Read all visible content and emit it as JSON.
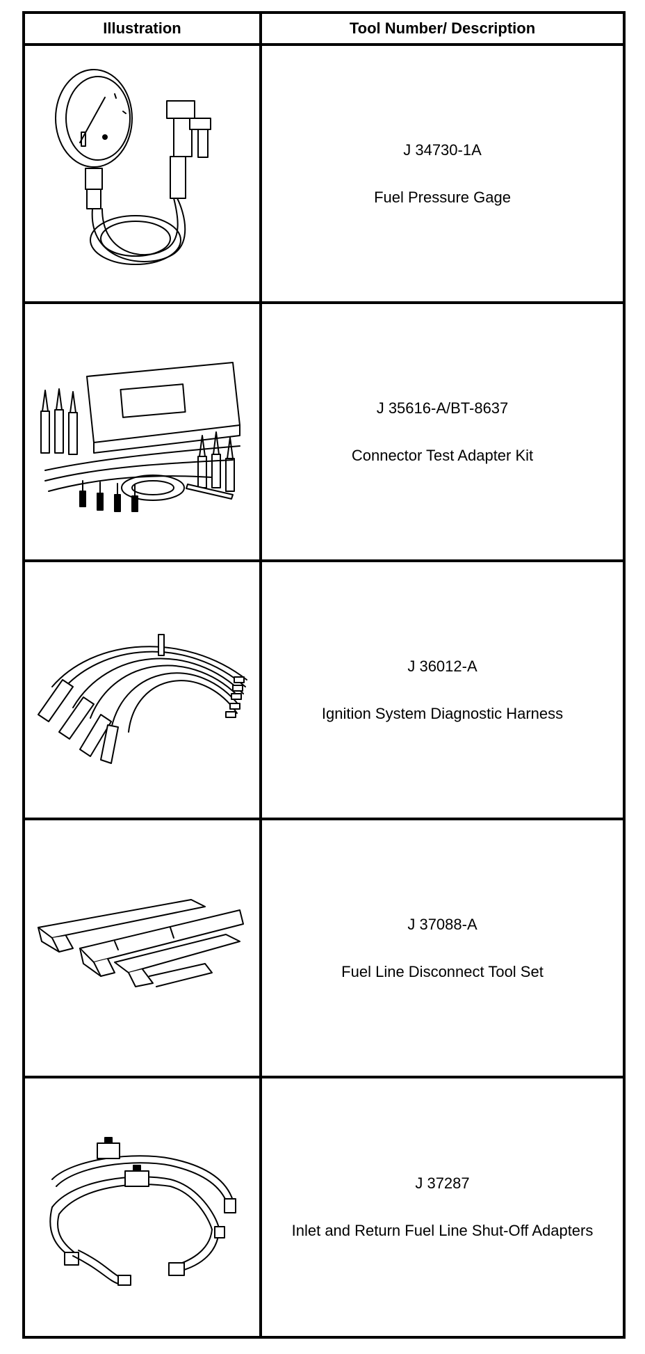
{
  "table": {
    "headers": {
      "illustration": "Illustration",
      "description": "Tool Number/ Description"
    },
    "rows": [
      {
        "number": "J 34730-1A",
        "description": "Fuel Pressure Gage",
        "icon": "fuel-pressure-gage-icon"
      },
      {
        "number": "J 35616-A/BT-8637",
        "description": "Connector Test Adapter Kit",
        "icon": "connector-test-adapter-kit-icon"
      },
      {
        "number": "J 36012-A",
        "description": "Ignition System Diagnostic Harness",
        "icon": "ignition-harness-icon"
      },
      {
        "number": "J 37088-A",
        "description": "Fuel Line Disconnect Tool Set",
        "icon": "fuel-line-disconnect-tool-icon"
      },
      {
        "number": "J 37287",
        "description": "Inlet and Return Fuel Line Shut-Off Adapters",
        "icon": "shut-off-adapters-icon"
      }
    ]
  }
}
